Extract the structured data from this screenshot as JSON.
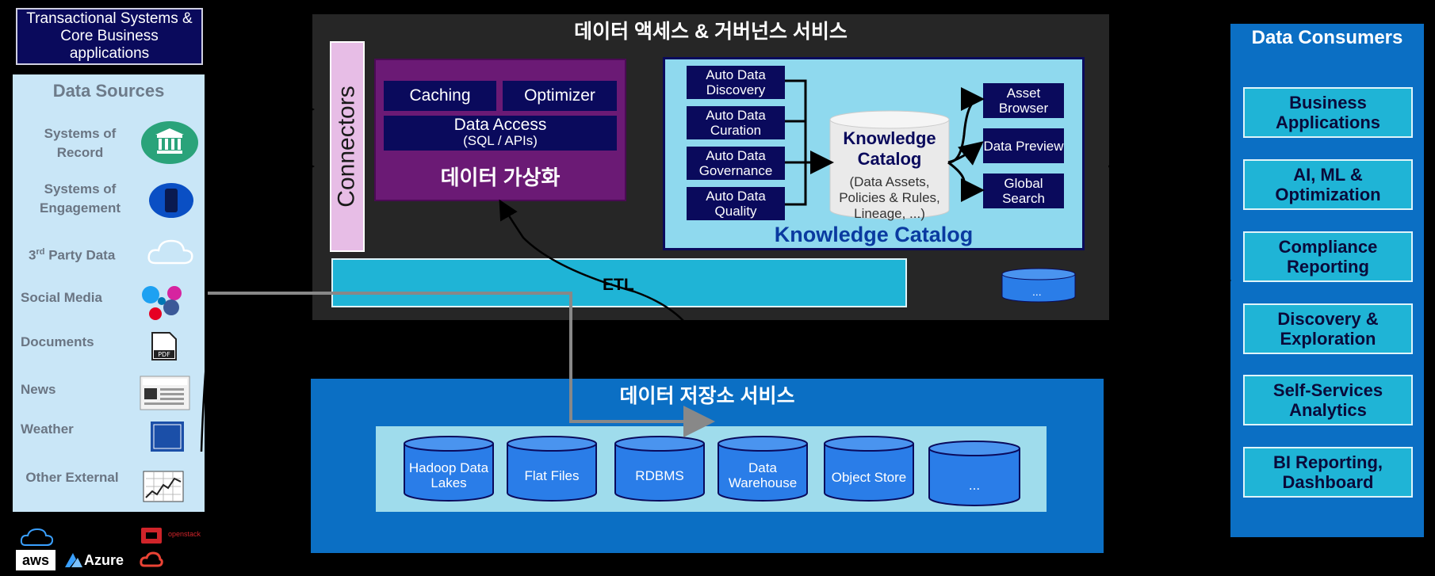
{
  "top_title": "Transactional Systems & Core Business applications",
  "sources": {
    "title": "Data Sources",
    "items": [
      {
        "label": "Systems of Record",
        "icon": "bank-icon"
      },
      {
        "label": "Systems of Engagement",
        "icon": "mobile-phone-icon"
      },
      {
        "label": "3rd Party Data",
        "icon": "cloud-icon"
      },
      {
        "label": "Social Media",
        "icon": "social-media-icon"
      },
      {
        "label": "Documents",
        "icon": "pdf-icon"
      },
      {
        "label": "News",
        "icon": "newspaper-icon"
      },
      {
        "label": "Weather",
        "icon": "weather-channel-icon"
      },
      {
        "label": "Other External",
        "icon": "line-graph-icon"
      }
    ],
    "superscript": "rd",
    "third_prefix": "3",
    "third_suffix": " Party Data"
  },
  "access": {
    "title": "데이터 액세스 & 거버넌스 서비스",
    "connectors": "Connectors",
    "virtualization": {
      "caching": "Caching",
      "optimizer": "Optimizer",
      "data_access": "Data Access",
      "data_access_sub": "(SQL / APIs)",
      "title": "데이터 가상화"
    },
    "catalog": {
      "auto_items": [
        "Auto  Data Discovery",
        "Auto  Data Curation",
        "Auto  Data Governance",
        "Auto  Data Quality"
      ],
      "center_title": "Knowledge Catalog",
      "center_sub": "(Data Assets, Policies & Rules, Lineage, ...)",
      "right_items": [
        "Asset Browser",
        "Data Preview",
        "Global Search"
      ],
      "footer": "Knowledge Catalog"
    },
    "etl": "ETL",
    "db_more": "..."
  },
  "storage": {
    "title": "데이터 저장소 서비스",
    "items": [
      "Hadoop Data Lakes",
      "Flat Files",
      "RDBMS",
      "Data Warehouse",
      "Object Store",
      "..."
    ]
  },
  "consumers": {
    "title": "Data Consumers",
    "items": [
      "Business Applications",
      "AI, ML & Optimization",
      "Compliance Reporting",
      "Discovery & Exploration",
      "Self-Services Analytics",
      "BI Reporting, Dashboard"
    ]
  },
  "logos": {
    "aws": "aws",
    "azure": "Azure",
    "openstack": "openstack"
  },
  "colors": {
    "dark_navy": "#0a0a5c",
    "purple": "#6b1a75",
    "cyan": "#1fb4d6",
    "blue": "#0b6fc4",
    "light_blue": "#c9e6f7"
  }
}
